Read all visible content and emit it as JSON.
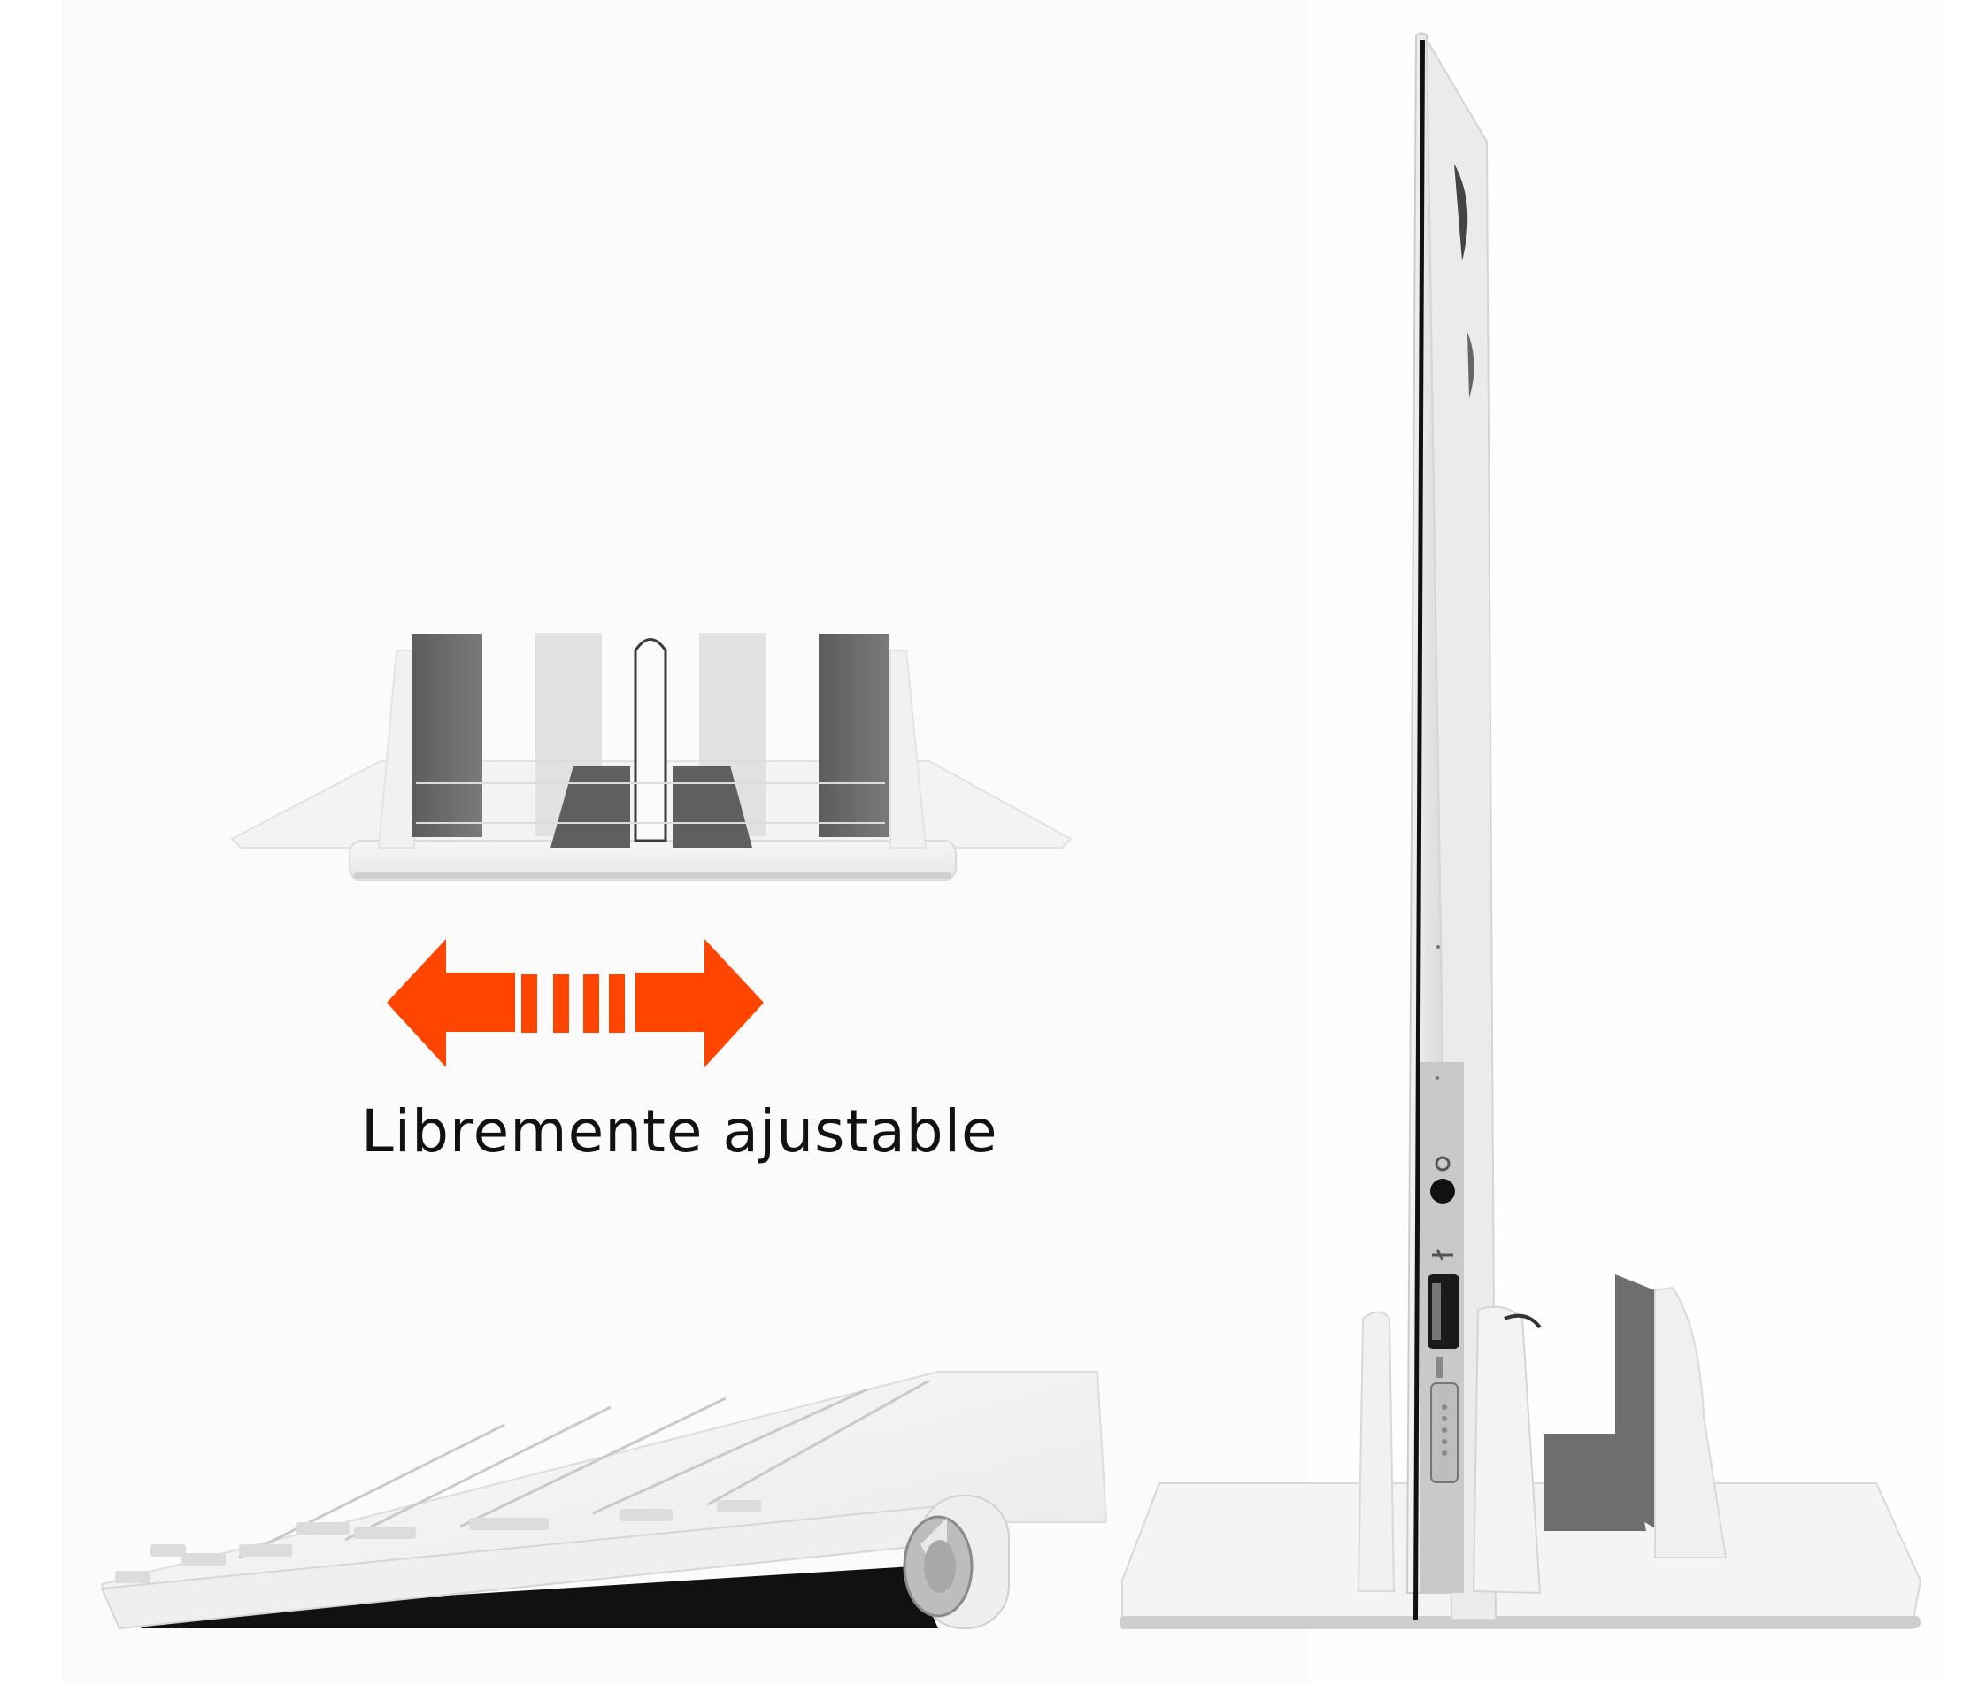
{
  "image": {
    "description": "Product photo of an aluminum vertical laptop stand: adjustable stand front view, orange double arrow, keyboard, and a laptop standing vertically in the stand",
    "background_color": "#fbfbfb"
  },
  "caption": {
    "text": "Libremente ajustable",
    "color": "#111111"
  },
  "arrow": {
    "color": "#ff4500",
    "dash_count": 4,
    "direction": "bidirectional-horizontal"
  },
  "objects": {
    "stand_front": {
      "label": "adjustable-stand-front-view",
      "pad_color": "#6b6b6b",
      "body_color": "#f2f2f2"
    },
    "keyboard": {
      "label": "wireless-keyboard",
      "body_color": "#f0f0f0"
    },
    "laptop": {
      "label": "laptop-vertical",
      "ports": [
        "audio-jack",
        "usb",
        "magsafe"
      ]
    },
    "stand_side": {
      "label": "stand-side-view",
      "pad_color": "#6e6e6e"
    }
  }
}
